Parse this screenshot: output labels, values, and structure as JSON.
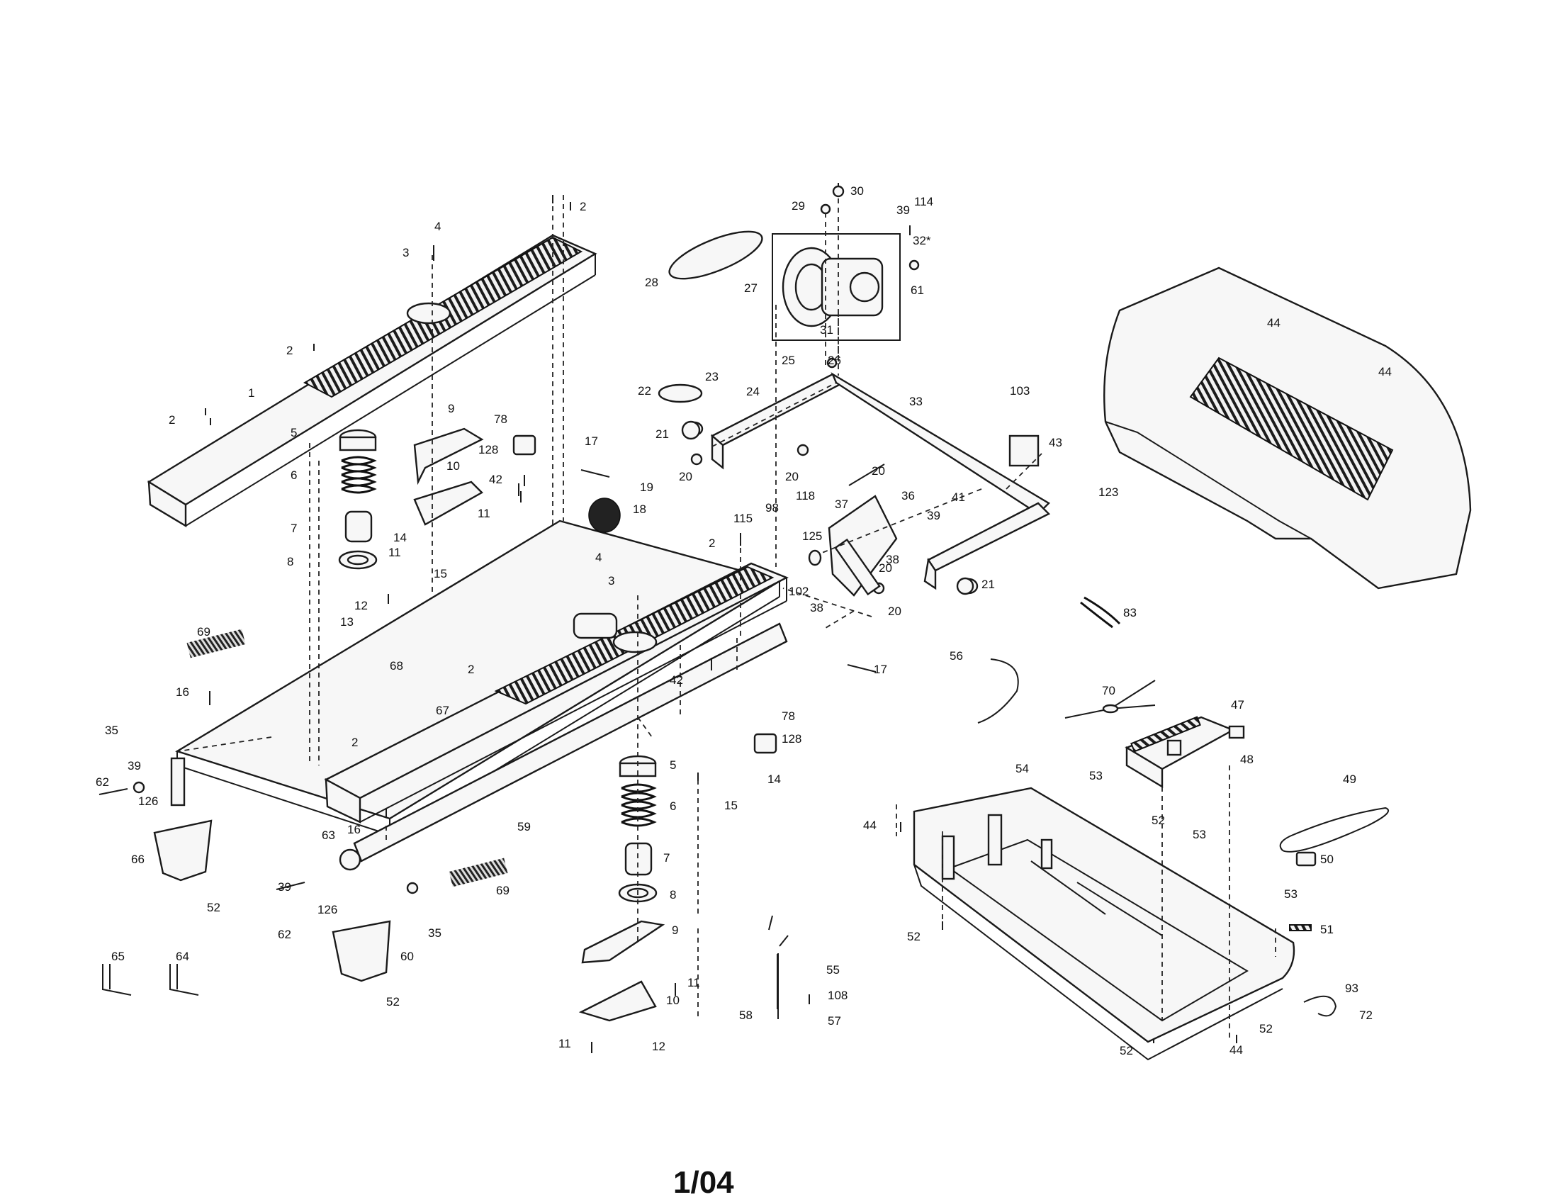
{
  "page_code": "1/04",
  "labels": [
    "1",
    "2",
    "3",
    "4",
    "5",
    "6",
    "7",
    "8",
    "9",
    "10",
    "11",
    "12",
    "13",
    "14",
    "15",
    "16",
    "17",
    "18",
    "19",
    "20",
    "21",
    "22",
    "23",
    "24",
    "25",
    "26",
    "27",
    "28",
    "29",
    "30",
    "31",
    "32*",
    "33",
    "35",
    "36",
    "37",
    "38",
    "39",
    "41",
    "42",
    "43",
    "44",
    "47",
    "48",
    "49",
    "50",
    "51",
    "52",
    "53",
    "54",
    "55",
    "56",
    "57",
    "58",
    "59",
    "60",
    "61",
    "62",
    "63",
    "64",
    "65",
    "66",
    "67",
    "68",
    "69",
    "70",
    "72",
    "78",
    "83",
    "93",
    "98",
    "102",
    "103",
    "108",
    "114",
    "115",
    "118",
    "123",
    "125",
    "126",
    "128"
  ]
}
